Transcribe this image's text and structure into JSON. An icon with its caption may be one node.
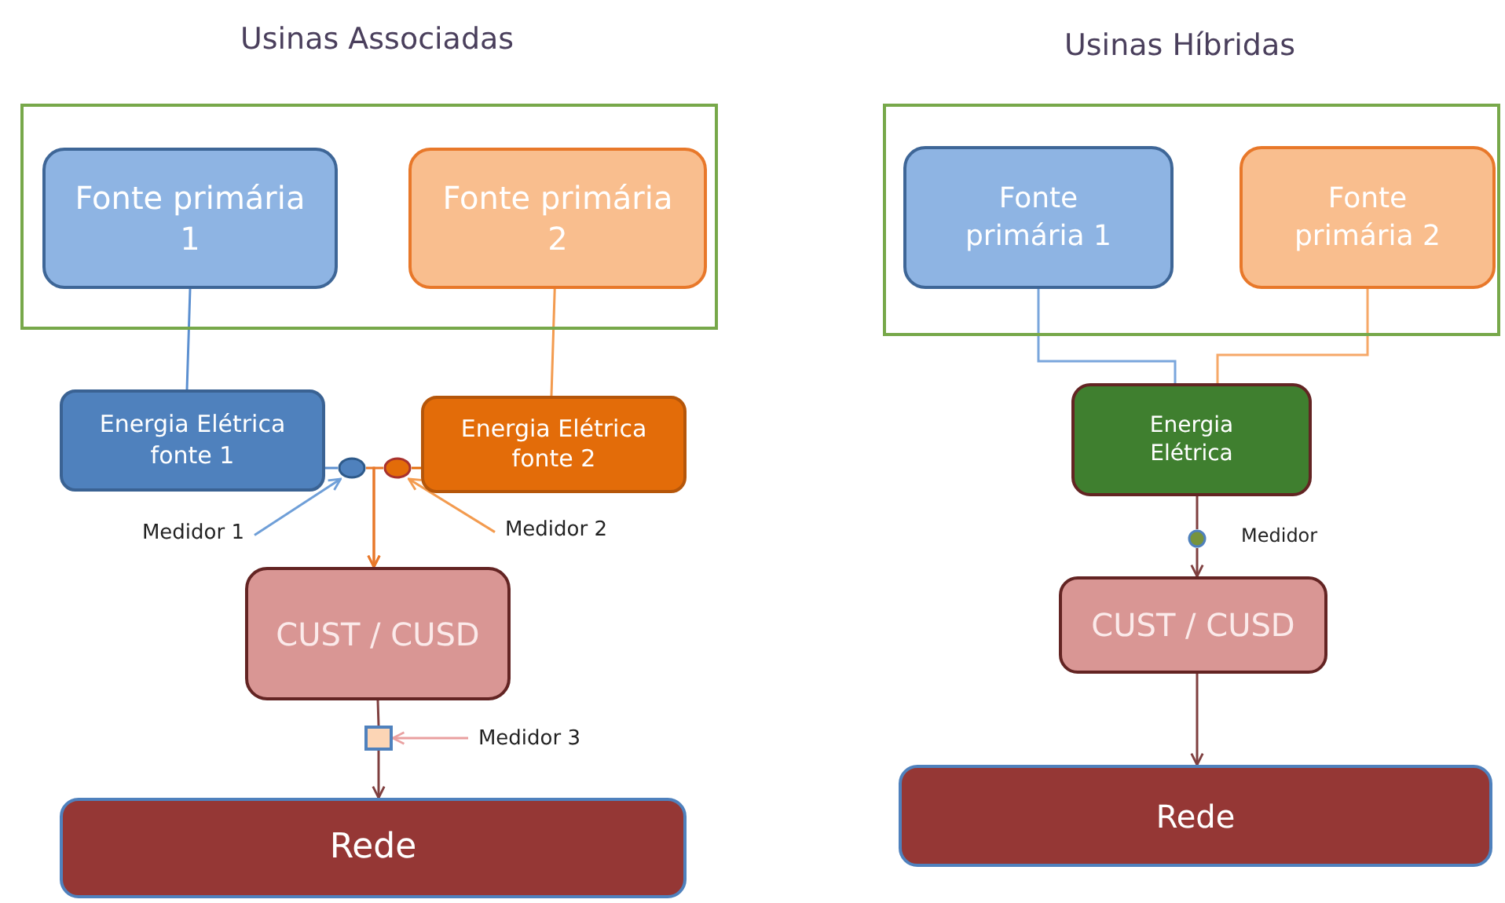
{
  "diagram": {
    "nodes": [
      {
        "text": [],
        "shape": "box"
      },
      {
        "text": [
          "Fonte primária 1"
        ],
        "in": 0
      },
      {
        "text": [
          "Fonte primária 2"
        ],
        "in": 0
      },
      {
        "text": [
          "Energia Elétrica fonte 1"
        ]
      },
      {
        "text": [
          "Energia Elétrica fonte 2"
        ]
      },
      {
        "text": [],
        "shape": "circle"
      },
      {
        "text": [],
        "shape": "circle"
      },
      {
        "text": [
          "Medidor 1"
        ]
      },
      {
        "text": [
          "Medidor 2"
        ]
      },
      {
        "text": [
          "CUST / CUSD"
        ]
      },
      {
        "text": [],
        "shape": "box"
      },
      {
        "text": [
          "Medidor 3"
        ]
      },
      {
        "text": [
          "Rede"
        ]
      },
      {
        "text": [],
        "shape": "box"
      },
      {
        "text": [
          "Fonte primária 1"
        ],
        "in": 13
      },
      {
        "text": [
          "Fonte primária 2"
        ],
        "in": 13
      },
      {
        "text": [
          "Energia Elétrica"
        ]
      },
      {
        "text": [],
        "shape": "circle",
        "beside": [
          "Medidor"
        ]
      },
      {
        "text": [
          "CUST / CUSD"
        ]
      },
      {
        "text": [
          "Rede"
        ]
      }
    ],
    "edges": [
      {
        "from": 1,
        "to": 3,
        "arrow": "none",
        "color": "#5b8fd0"
      },
      {
        "from": 2,
        "to": 4,
        "arrow": "none",
        "color": "#f39b4f"
      },
      {
        "from": 3,
        "to": 5,
        "arrow": "none",
        "color": "#5b8fd0"
      },
      {
        "from": 6,
        "to": 4,
        "arrow": "none",
        "color": "#e36c09"
      },
      {
        "from": 5,
        "to": 9,
        "arrow": "to",
        "color": "#e8782a"
      },
      {
        "from": 6,
        "to": 9,
        "arrow": "to",
        "color": "#e8782a"
      },
      {
        "from": 7,
        "to": 5,
        "arrow": "to",
        "color": "#6f9fd8"
      },
      {
        "from": 8,
        "to": 6,
        "arrow": "to",
        "color": "#f39b4f"
      },
      {
        "from": 9,
        "to": 10,
        "arrow": "none"
      },
      {
        "from": 11,
        "to": 10,
        "arrow": "to",
        "color": "#e9a0a0"
      },
      {
        "from": 10,
        "to": 12,
        "arrow": "to"
      },
      {
        "from": 14,
        "to": 16,
        "arrow": "none",
        "color": "#7aa6dc"
      },
      {
        "from": 15,
        "to": 16,
        "arrow": "none",
        "color": "#f6a868"
      },
      {
        "from": 16,
        "to": 17,
        "arrow": "none"
      },
      {
        "from": 17,
        "to": 18,
        "arrow": "to"
      },
      {
        "from": 18,
        "to": 19,
        "arrow": "to"
      }
    ],
    "labels": [
      "Usinas Associadas",
      "Usinas Híbridas"
    ]
  }
}
